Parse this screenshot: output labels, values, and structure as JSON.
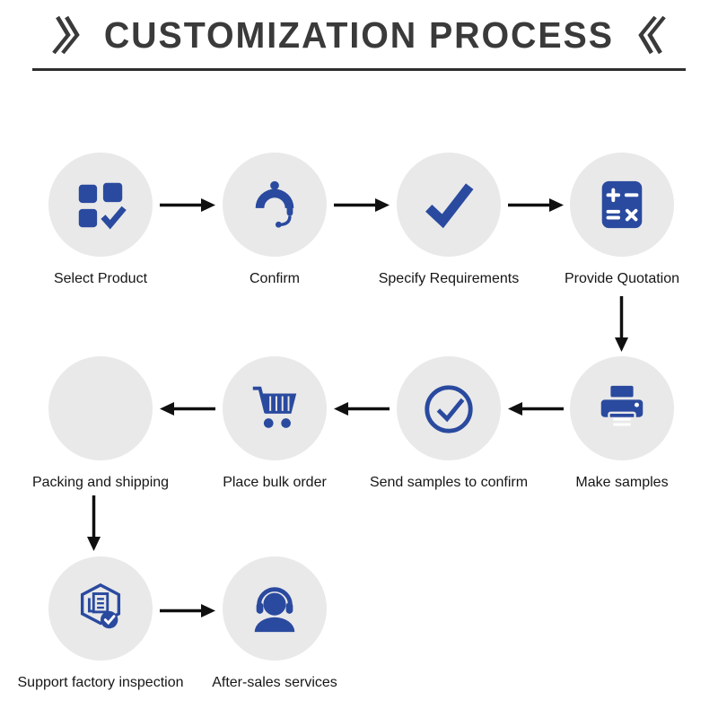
{
  "title": {
    "text": "CUSTOMIZATION PROCESS"
  },
  "colors": {
    "accent": "#2a4a9f",
    "circle_bg": "#e9e9e9",
    "arrow": "#101010",
    "title": "#3a3a3a",
    "label": "#161616"
  },
  "steps": [
    {
      "label": "Select Product",
      "icon": "product-grid-check-icon"
    },
    {
      "label": "Confirm",
      "icon": "customer-service-icon"
    },
    {
      "label": "Specify Requirements",
      "icon": "checkmark-icon"
    },
    {
      "label": "Provide Quotation",
      "icon": "calculator-icon"
    },
    {
      "label": "Make samples",
      "icon": "printer-icon"
    },
    {
      "label": "Send samples to confirm",
      "icon": "circle-check-icon"
    },
    {
      "label": "Place bulk order",
      "icon": "shopping-cart-icon"
    },
    {
      "label": "Packing and shipping",
      "icon": "package-box-icon"
    },
    {
      "label": "Support factory inspection",
      "icon": "factory-inspection-icon"
    },
    {
      "label": "After-sales services",
      "icon": "headset-support-icon"
    }
  ]
}
